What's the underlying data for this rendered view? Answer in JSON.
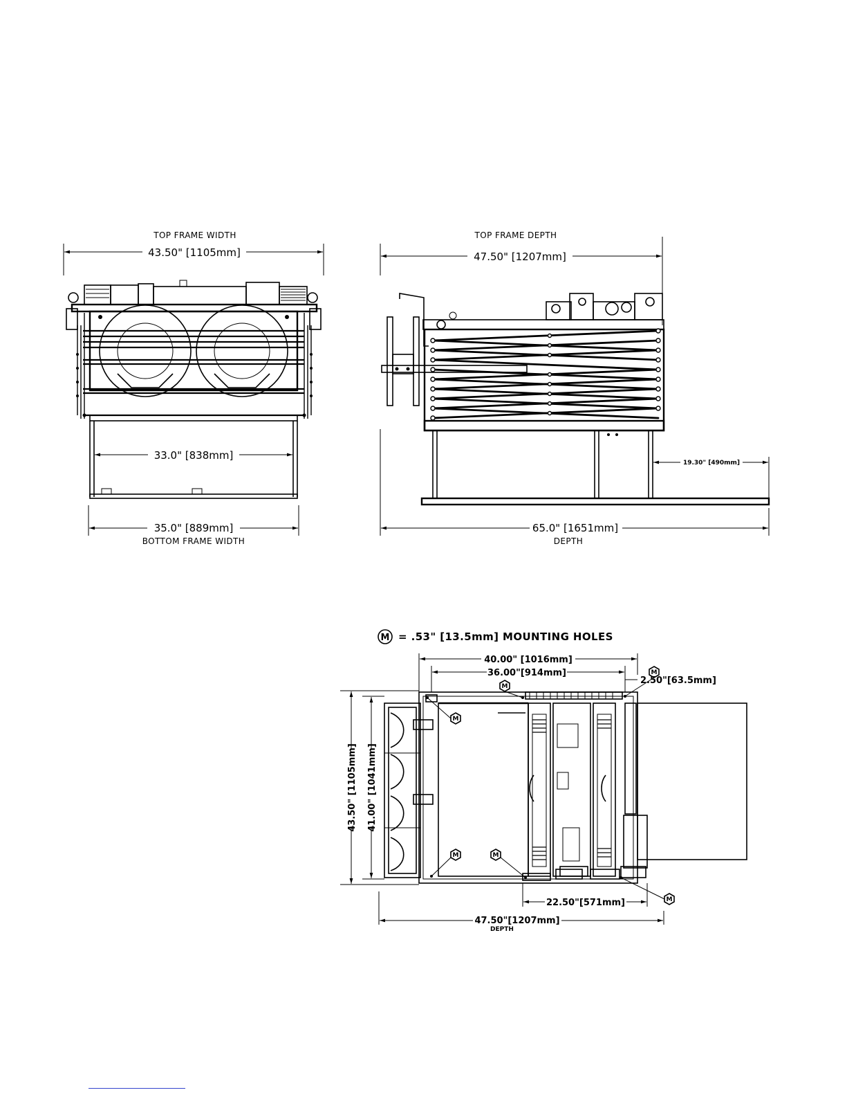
{
  "front_view": {
    "top_label": "TOP FRAME WIDTH",
    "top_dim": "43.50\" [1105mm]",
    "mid_dim": "33.0\" [838mm]",
    "bottom_dim": "35.0\" [889mm]",
    "bottom_label": "BOTTOM FRAME WIDTH"
  },
  "side_view": {
    "top_label": "TOP FRAME DEPTH",
    "top_dim": "47.50\" [1207mm]",
    "right_dim": "19.30\" [490mm]",
    "bottom_dim": "65.0\" [1651mm]",
    "bottom_label": "DEPTH"
  },
  "top_view": {
    "legend_symbol": "M",
    "legend_text": "= .53\" [13.5mm] MOUNTING HOLES",
    "dim_40": "40.00\" [1016mm]",
    "dim_36": "36.00\"[914mm]",
    "dim_250": "2.50\"[63.5mm]",
    "dim_4350": "43.50\" [1105mm]",
    "dim_4100": "41.00\" [1041mm]",
    "dim_2250": "22.50\"[571mm]",
    "dim_4750": "47.50\"[1207mm]",
    "depth_label": "DEPTH",
    "hole_marker": "M"
  }
}
